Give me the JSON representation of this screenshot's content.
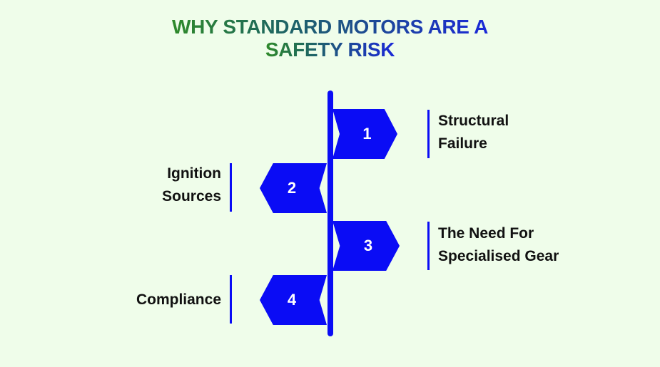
{
  "title": {
    "line1": "WHY STANDARD MOTORS ARE A",
    "line2": "SAFETY RISK"
  },
  "colors": {
    "background": "#effdea",
    "accent": "#0a0cf5",
    "title_gradient_start": "#2f8a2a",
    "title_gradient_end": "#1a28d8",
    "label_text": "#111111"
  },
  "steps": [
    {
      "number": "1",
      "side": "right",
      "line1": "Structural",
      "line2": "Failure"
    },
    {
      "number": "2",
      "side": "left",
      "line1": "Ignition",
      "line2": "Sources"
    },
    {
      "number": "3",
      "side": "right",
      "line1": "The Need For",
      "line2": "Specialised Gear"
    },
    {
      "number": "4",
      "side": "left",
      "line1": "Compliance",
      "line2": ""
    }
  ]
}
